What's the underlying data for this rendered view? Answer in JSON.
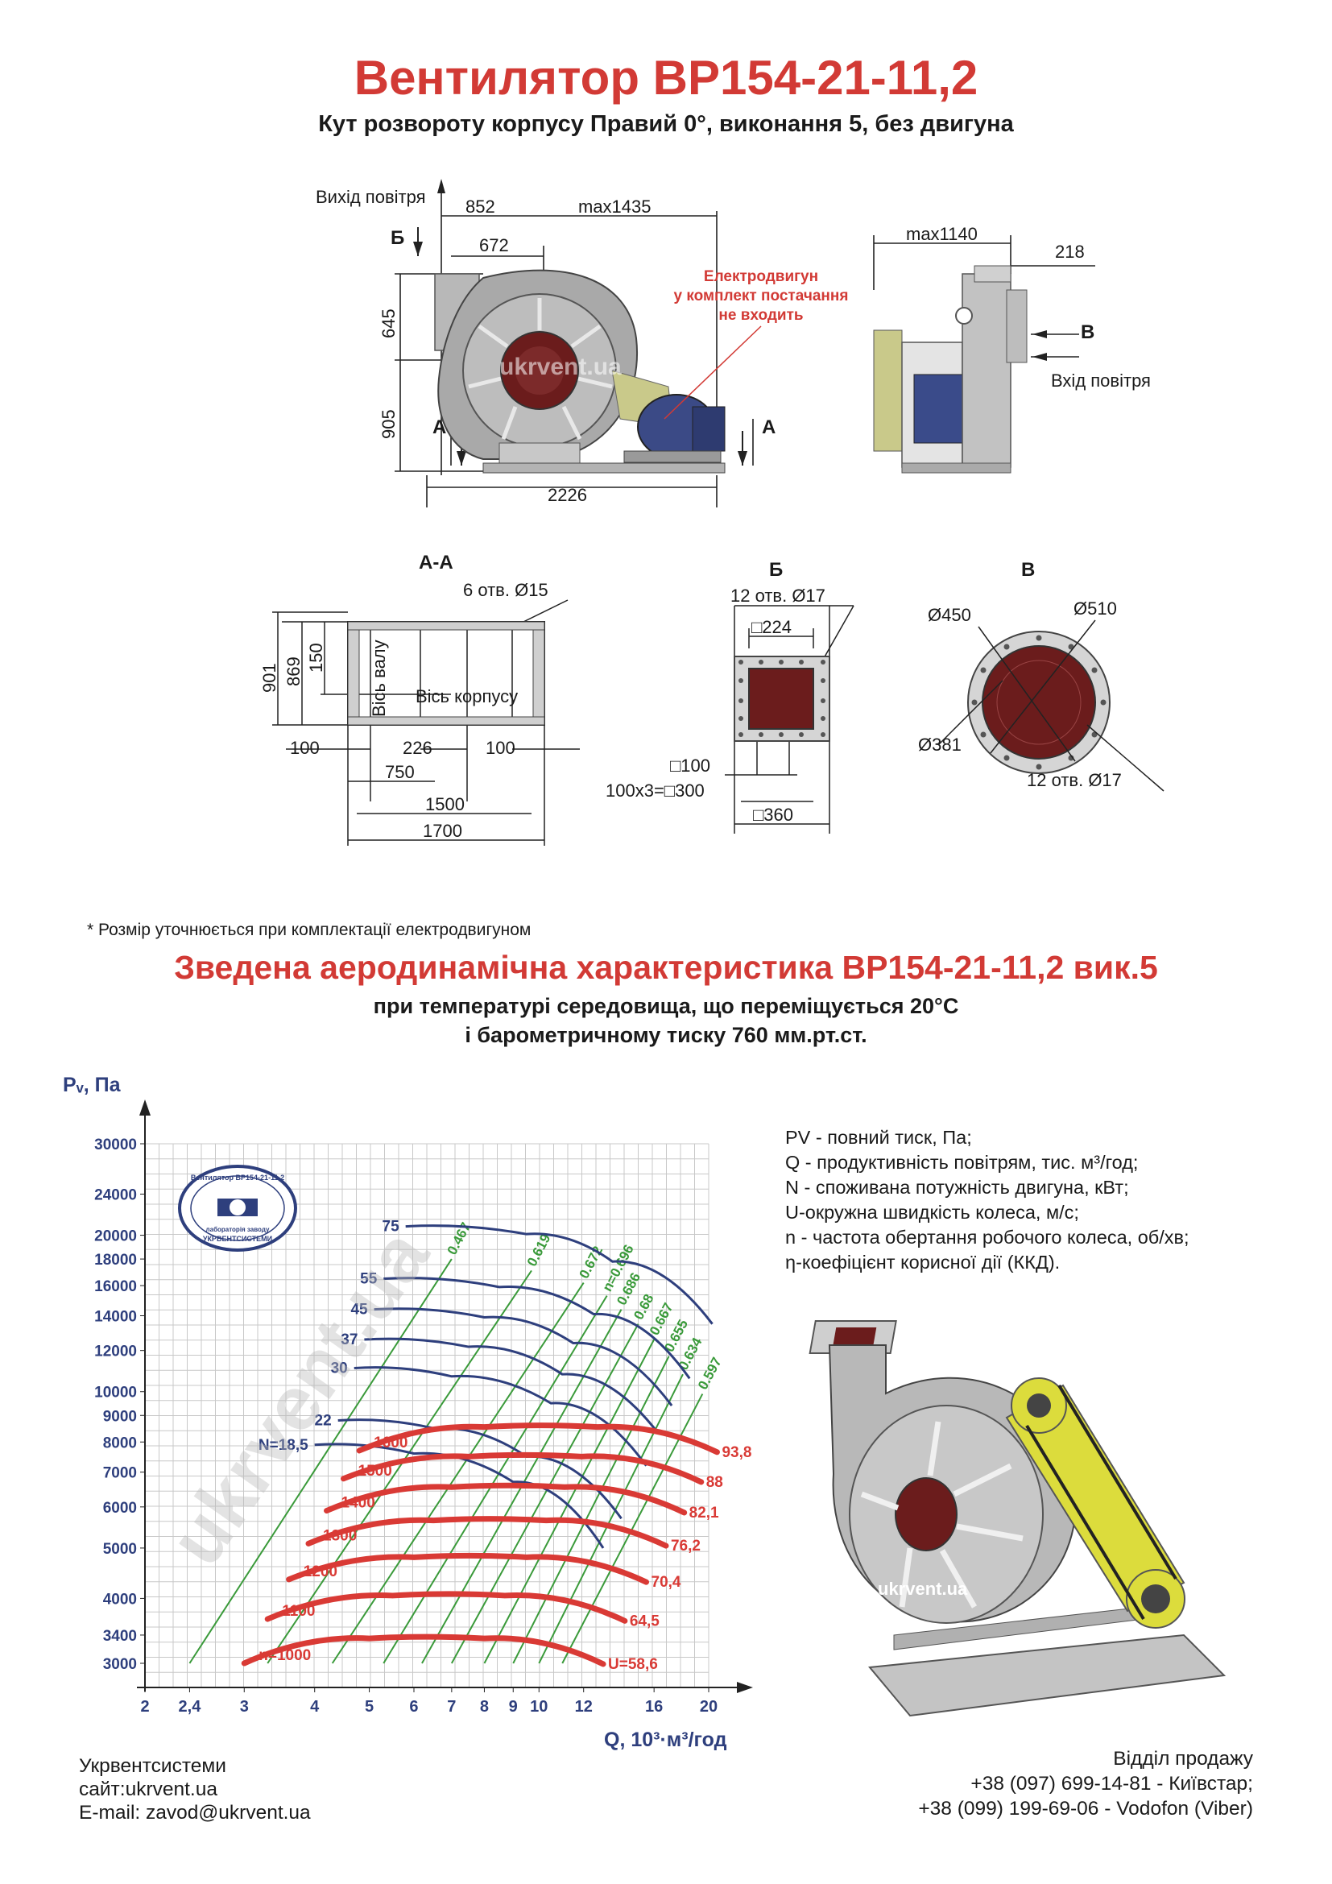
{
  "title": "Вентилятор ВР154-21-11,2",
  "subtitle": "Кут розвороту корпусу Правий 0°, виконання 5, без двигуна",
  "drawing": {
    "air_out": "Вихід повітря",
    "air_in": "Вхід повітря",
    "motor_note_1": "Електродвигун",
    "motor_note_2": "у комплект постачання",
    "motor_note_3": "не входить",
    "watermark": "ukrvent.ua",
    "dims_front": {
      "d852": "852",
      "dmax1435": "max1435",
      "d672": "672",
      "d645": "645",
      "d905": "905",
      "d2226": "2226",
      "label_b": "Б",
      "label_a": "А"
    },
    "dims_side": {
      "dmax1140": "max1140",
      "d218": "218",
      "label_v": "В"
    }
  },
  "sections": {
    "aa": {
      "title": "А-А",
      "holes": "6 отв.  Ø15",
      "d901": "901",
      "d869": "869",
      "d150": "150",
      "shaft_axis": "Вісь валу",
      "body_axis": "Вісь корпусу",
      "d100a": "100",
      "d226": "226",
      "d100b": "100",
      "d750": "750",
      "d1500": "1500",
      "d1700": "1700"
    },
    "b": {
      "title": "Б",
      "holes": "12 отв.  Ø17",
      "d224": "□224",
      "d100": "□100",
      "d300": "100x3=□300",
      "d360": "□360"
    },
    "v": {
      "title": "В",
      "d450": "Ø450",
      "d510": "Ø510",
      "d381": "Ø381",
      "holes": "12 отв.  Ø17"
    }
  },
  "footnote": "* Розмір уточнюється при комплектації електродвигуном",
  "aero_title": "Зведена аеродинамічна характеристика ВР154-21-11,2 вик.5",
  "aero_sub1": "при температурі середовища, що переміщується 20°С",
  "aero_sub2": "і барометричному тиску 760 мм.рт.ст.",
  "chart_data": {
    "type": "line",
    "ylabel": "Pᵥ, Па",
    "xlabel": "Q, 10³·м³/год",
    "x_scale": "log",
    "y_scale": "log",
    "x_ticks": [
      "2",
      "2,4",
      "3",
      "4",
      "5",
      "6",
      "7",
      "8",
      "9",
      "10",
      "12",
      "16",
      "20"
    ],
    "y_ticks": [
      "30000",
      "24000",
      "20000",
      "18000",
      "16000",
      "14000",
      "12000",
      "10000",
      "9000",
      "8000",
      "7000",
      "6000",
      "5000",
      "4000",
      "3400",
      "3000"
    ],
    "xlim": [
      2,
      20
    ],
    "ylim": [
      3000,
      30000
    ],
    "speed_curves": [
      {
        "n": "n=1000",
        "U": "U=58,6",
        "x": [
          3.0,
          5.0,
          8.0,
          13.0
        ],
        "y": [
          3000,
          3350,
          3350,
          2990
        ]
      },
      {
        "n": "1100",
        "U": "64,5",
        "x": [
          3.3,
          5.5,
          8.7,
          14.2
        ],
        "y": [
          3650,
          4050,
          4050,
          3620
        ]
      },
      {
        "n": "1200",
        "U": "70,4",
        "x": [
          3.6,
          6.0,
          9.5,
          15.5
        ],
        "y": [
          4350,
          4800,
          4800,
          4300
        ]
      },
      {
        "n": "1300",
        "U": "76,2",
        "x": [
          3.9,
          6.5,
          10.3,
          16.8
        ],
        "y": [
          5100,
          5650,
          5650,
          5050
        ]
      },
      {
        "n": "1400",
        "U": "82,1",
        "x": [
          4.2,
          7.0,
          11.1,
          18.1
        ],
        "y": [
          5900,
          6550,
          6550,
          5850
        ]
      },
      {
        "n": "1500",
        "U": "88",
        "x": [
          4.5,
          7.5,
          11.9,
          19.4
        ],
        "y": [
          6800,
          7500,
          7500,
          6700
        ]
      },
      {
        "n": "1600",
        "U": "93,8",
        "x": [
          4.8,
          8.0,
          12.7,
          20.7
        ],
        "y": [
          7700,
          8550,
          8550,
          7650
        ]
      }
    ],
    "power_curves": [
      {
        "N": "N=18,5",
        "x": [
          4.0,
          6.0,
          9.0,
          13.0
        ],
        "y": [
          7900,
          7600,
          6700,
          5000
        ]
      },
      {
        "N": "22",
        "x": [
          4.4,
          6.5,
          9.5,
          14.0
        ],
        "y": [
          8800,
          8500,
          7500,
          5700
        ]
      },
      {
        "N": "30",
        "x": [
          4.7,
          7.0,
          10.5,
          15.5
        ],
        "y": [
          11100,
          10700,
          9500,
          7200
        ]
      },
      {
        "N": "37",
        "x": [
          4.9,
          7.5,
          11.0,
          16.3
        ],
        "y": [
          12600,
          12200,
          10800,
          8300
        ]
      },
      {
        "N": "45",
        "x": [
          5.1,
          8.0,
          11.5,
          17.2
        ],
        "y": [
          14400,
          13900,
          12400,
          9400
        ]
      },
      {
        "N": "55",
        "x": [
          5.3,
          8.5,
          12.5,
          18.5
        ],
        "y": [
          16500,
          15900,
          14100,
          10600
        ]
      },
      {
        "N": "75",
        "x": [
          5.8,
          9.5,
          13.5,
          20.3
        ],
        "y": [
          20800,
          20100,
          17800,
          13500
        ]
      }
    ],
    "efficiency_lines": [
      {
        "eta": "0.467",
        "x1": 2.4,
        "x2": 7.0
      },
      {
        "eta": "0.619",
        "x1": 3.3,
        "x2": 9.7
      },
      {
        "eta": "0.672",
        "x1": 4.3,
        "x2": 12.0
      },
      {
        "eta": "n=0.696",
        "x1": 5.3,
        "x2": 13.2
      },
      {
        "eta": "0.686",
        "x1": 6.2,
        "x2": 14.0
      },
      {
        "eta": "0.68",
        "x1": 7.0,
        "x2": 15.0
      },
      {
        "eta": "0.667",
        "x1": 8.0,
        "x2": 16.0
      },
      {
        "eta": "0.655",
        "x1": 9.0,
        "x2": 17.0
      },
      {
        "eta": "0.634",
        "x1": 10.0,
        "x2": 18.0
      },
      {
        "eta": "0.597",
        "x1": 11.0,
        "x2": 19.5
      }
    ],
    "colors": {
      "speed": "#d93a35",
      "power": "#2e3f7d",
      "efficiency": "#3a9a3a",
      "grid": "#c8c8c8"
    }
  },
  "badge": {
    "line1": "Вентилятор ВР154-21-11,2",
    "line2": "лабораторія заводу",
    "line3": "УКРВЕНТСИСТЕМИ"
  },
  "legend": {
    "pv": "PV - повний тиск, Па;",
    "q": "Q - продуктивність повітрям, тис. м³/год;",
    "n_power": "N - споживана потужність двигуна, кВт;",
    "u": "U-окружна швидкість колеса, м/с;",
    "n_speed": "n - частота обертання робочого колеса, об/хв;",
    "eta": "η-коефіцієнт корисної дії (ККД)."
  },
  "contacts": {
    "company": "Укрвентсистеми",
    "site": "сайт:ukrvent.ua",
    "email": "E-mail: zavod@ukrvent.ua"
  },
  "sales": {
    "title": "Відділ продажу",
    "phone1": "+38 (097) 699-14-81 - Київстар;",
    "phone2": "+38 (099) 199-69-06 - Vodofon (Viber)"
  },
  "render_watermark": "ukrvent.ua"
}
